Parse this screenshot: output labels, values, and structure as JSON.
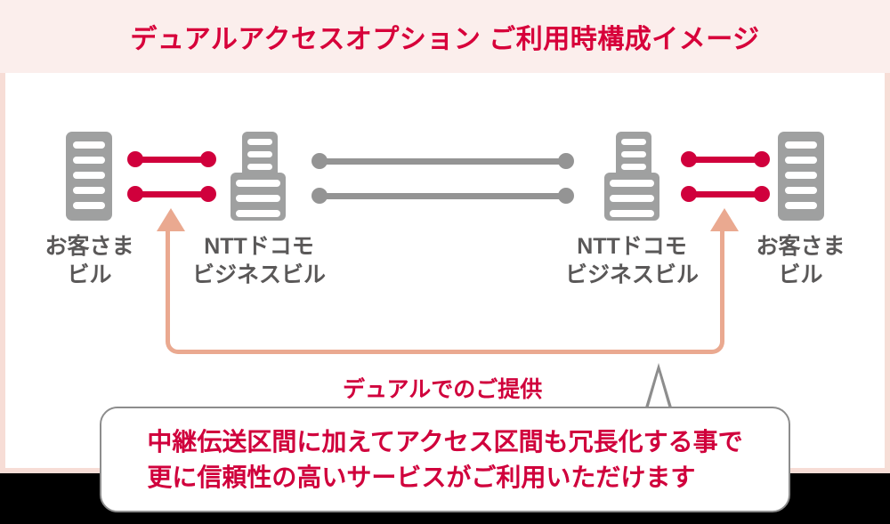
{
  "header": {
    "title": "デュアルアクセスオプション ご利用時構成イメージ",
    "background_color": "#FBEEEC",
    "title_color": "#D7003A"
  },
  "panel": {
    "background_color": "#FFFFFF",
    "border_color": "#F7DDD6"
  },
  "diagram": {
    "buildings": [
      {
        "id": "customer-left",
        "label_line1": "お客さま",
        "label_line2": "ビル",
        "type": "customer",
        "color": "#9FA0A0"
      },
      {
        "id": "docomo-left",
        "label_line1": "NTTドコモ",
        "label_line2": "ビジネスビル",
        "type": "docomo",
        "color": "#9FA0A0"
      },
      {
        "id": "docomo-right",
        "label_line1": "NTTドコモ",
        "label_line2": "ビジネスビル",
        "type": "docomo",
        "color": "#9FA0A0"
      },
      {
        "id": "customer-right",
        "label_line1": "お客さま",
        "label_line2": "ビル",
        "type": "customer",
        "color": "#9FA0A0"
      }
    ],
    "links": [
      {
        "id": "access-left-upper",
        "section": "access",
        "color": "#D0003C",
        "style": "dumbbell"
      },
      {
        "id": "access-left-lower",
        "section": "access",
        "color": "#D0003C",
        "style": "dumbbell"
      },
      {
        "id": "relay-upper",
        "section": "relay",
        "color": "#949494",
        "style": "dumbbell"
      },
      {
        "id": "relay-lower",
        "section": "relay",
        "color": "#949494",
        "style": "dumbbell"
      },
      {
        "id": "access-right-upper",
        "section": "access",
        "color": "#D0003C",
        "style": "dumbbell"
      },
      {
        "id": "access-right-lower",
        "section": "access",
        "color": "#D0003C",
        "style": "dumbbell"
      }
    ],
    "bracket": {
      "label": "デュアルでのご提供",
      "color": "#EAA990",
      "label_color": "#D0003C"
    },
    "callout": {
      "line1": "中継伝送区間に加えてアクセス区間も冗長化する事で",
      "line2": "更に信頼性の高いサービスがご利用いただけます",
      "text_color": "#D0003C",
      "border_color": "#8D8D8D",
      "background_color": "#FFFFFF"
    }
  }
}
